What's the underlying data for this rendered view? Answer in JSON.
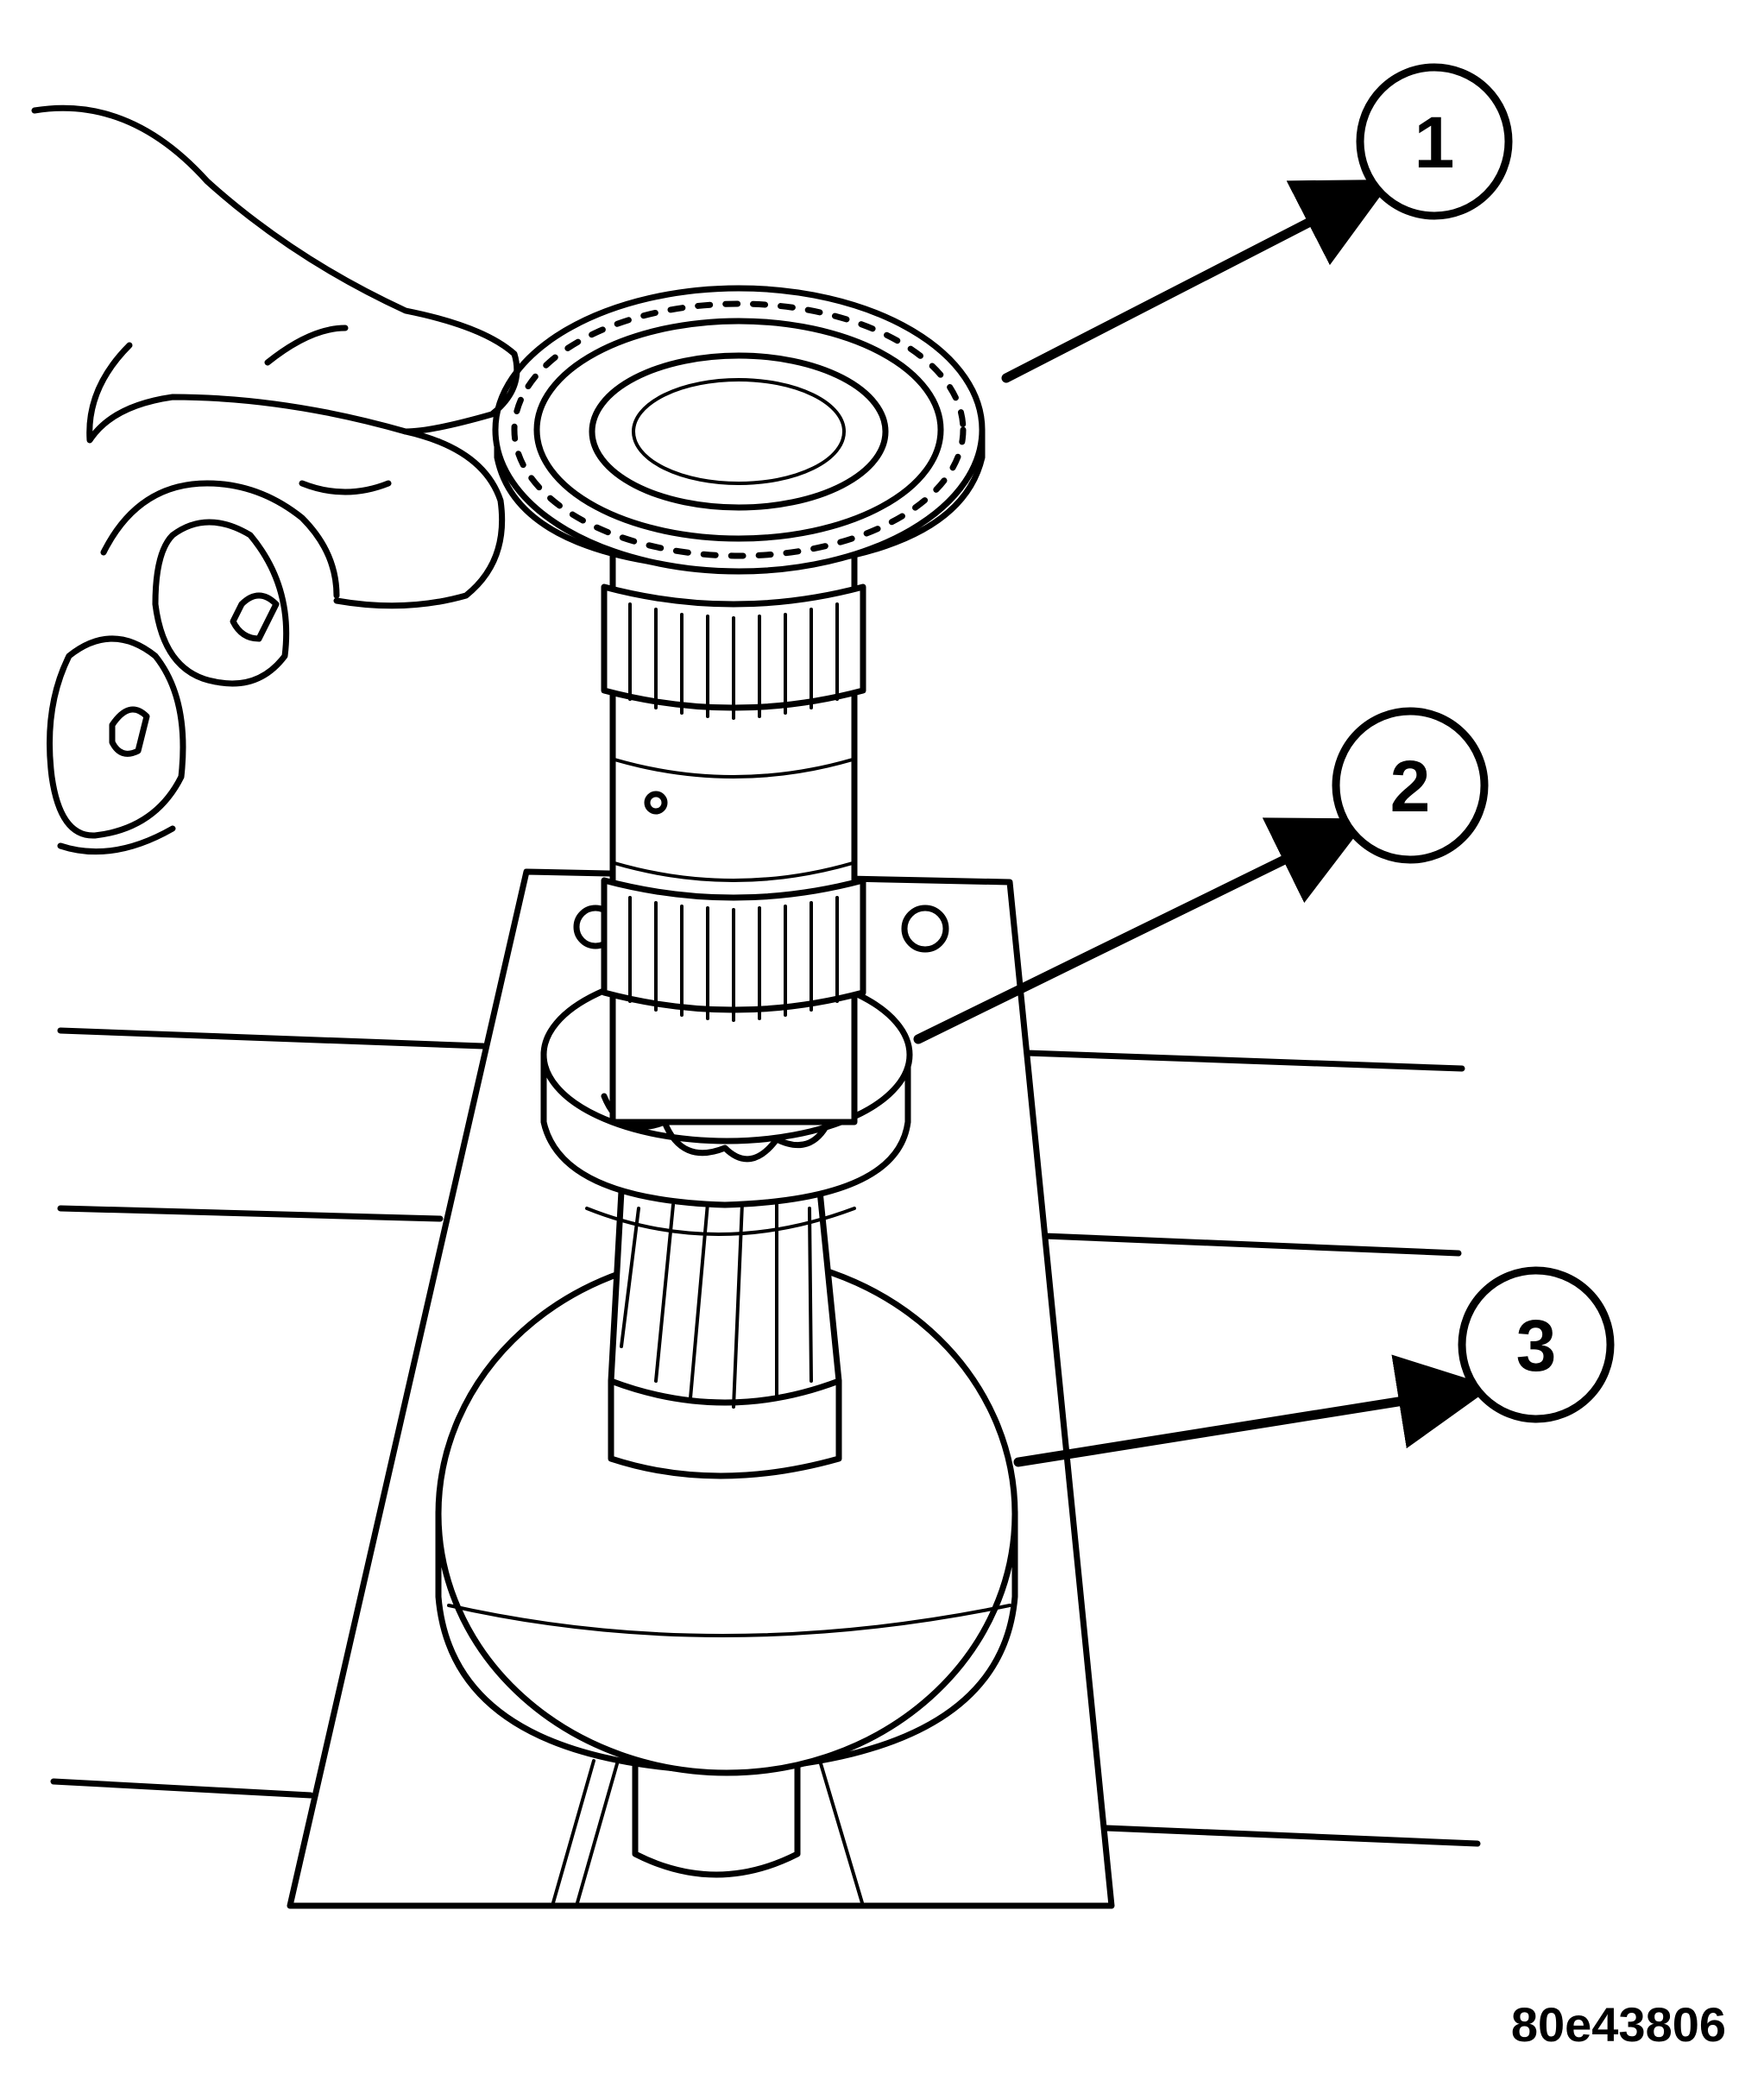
{
  "callouts": [
    {
      "label": "1"
    },
    {
      "label": "2"
    },
    {
      "label": "3"
    }
  ],
  "figure_code": "80e43806",
  "colors": {
    "ink": "#000000",
    "background": "#ffffff"
  }
}
